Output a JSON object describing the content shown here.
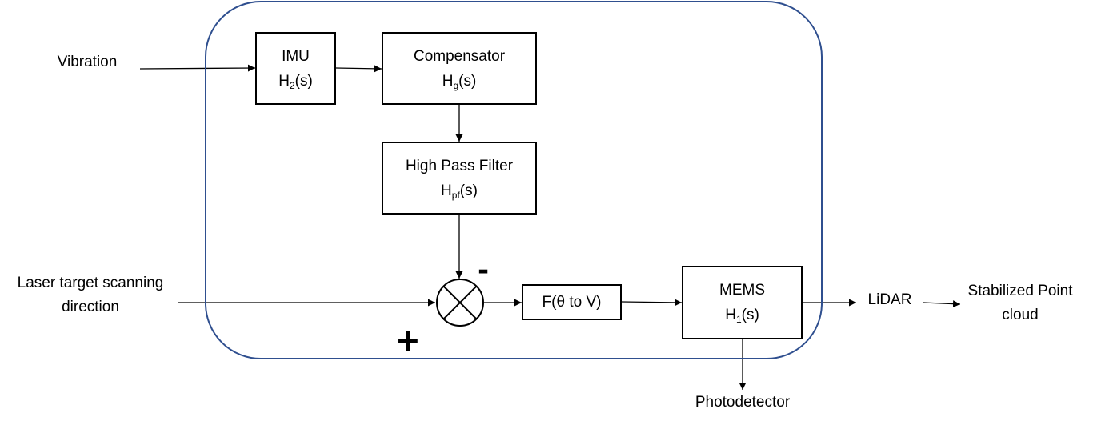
{
  "blocks": {
    "imu": {
      "name": "IMU",
      "tf_symbol": "H",
      "tf_sub": "2",
      "tf_arg": "(s)"
    },
    "compensator": {
      "name": "Compensator",
      "tf_symbol": "H",
      "tf_sub": "g",
      "tf_arg": "(s)"
    },
    "hpf": {
      "name": "High Pass Filter",
      "tf_symbol": "H",
      "tf_sub": "pf",
      "tf_arg": "(s)"
    },
    "converter": {
      "name": "F(θ to V)"
    },
    "mems": {
      "name": "MEMS",
      "tf_symbol": "H",
      "tf_sub": "1",
      "tf_arg": "(s)"
    }
  },
  "labels": {
    "vibration": "Vibration",
    "laser_line1": "Laser target scanning",
    "laser_line2": "direction",
    "lidar": "LiDAR",
    "point_cloud_line1": "Stabilized Point",
    "point_cloud_line2": "cloud",
    "photodetector": "Photodetector"
  },
  "signs": {
    "minus": "-",
    "plus": "+"
  },
  "colors": {
    "frame": "#2f4f8f",
    "lines": "#000000"
  }
}
